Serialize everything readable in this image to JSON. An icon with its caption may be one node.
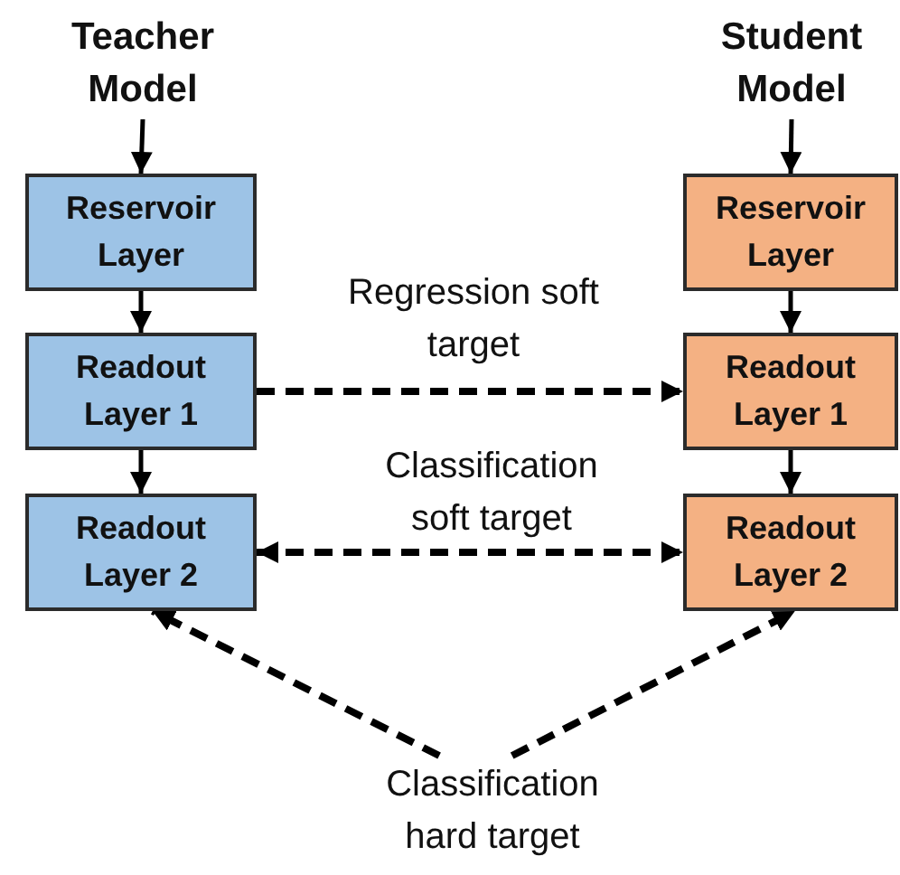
{
  "diagram": {
    "nodes": [
      {
        "text": [
          "Teacher Model"
        ]
      },
      {
        "text": [
          "Student Model"
        ]
      },
      {
        "text": [
          "Reservoir Layer"
        ]
      },
      {
        "text": [
          "Reservoir Layer"
        ]
      },
      {
        "text": [
          "Readout Layer 1"
        ]
      },
      {
        "text": [
          "Readout Layer 1"
        ]
      },
      {
        "text": [
          "Readout Layer 2"
        ]
      },
      {
        "text": [
          "Readout Layer 2"
        ]
      },
      {
        "text": [
          "Classification hard target"
        ]
      }
    ],
    "edges": [
      {
        "from": 0,
        "to": 2,
        "arrow": "to"
      },
      {
        "from": 2,
        "to": 4,
        "arrow": "to"
      },
      {
        "from": 4,
        "to": 6,
        "arrow": "to"
      },
      {
        "from": 1,
        "to": 3,
        "arrow": "to"
      },
      {
        "from": 3,
        "to": 5,
        "arrow": "to"
      },
      {
        "from": 5,
        "to": 7,
        "arrow": "to"
      },
      {
        "from": 4,
        "to": 5,
        "arrow": "to",
        "label": "Regression soft target",
        "style": "dashed"
      },
      {
        "from": 6,
        "to": 7,
        "arrow": "both",
        "label": "Classification soft target",
        "style": "dashed"
      },
      {
        "from": 8,
        "to": 6,
        "arrow": "to",
        "style": "dashed"
      },
      {
        "from": 8,
        "to": 7,
        "arrow": "to",
        "style": "dashed"
      }
    ]
  }
}
